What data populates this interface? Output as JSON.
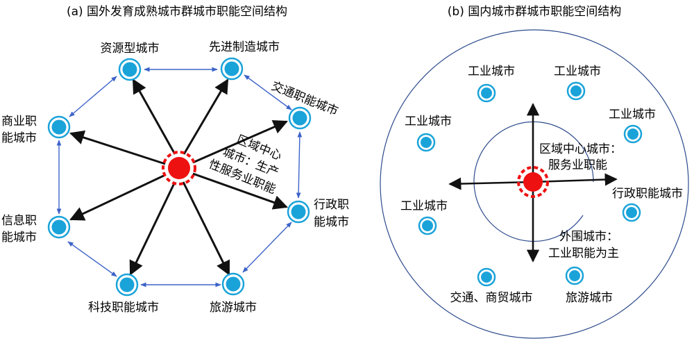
{
  "colors": {
    "node_fill": "#1aa3d9",
    "node_ring": "#1aa3d9",
    "center_fill": "#ee1111",
    "arrow_black": "#111111",
    "link_blue": "#3d63c9",
    "boundary": "#2c4a8c"
  },
  "icons": {
    "city_node": "double-ring-circle",
    "center_node": "red-dashed-ring-dot"
  },
  "panel_a": {
    "title": "(a) 国外发育成熟城市群城市职能空间结构",
    "nodes": {
      "resource": "资源型城市",
      "manufacturing": "先进制造城市",
      "transport": "交通职能城市",
      "commerce_1": "商业职",
      "commerce_2": "能城市",
      "admin_1": "行政职",
      "admin_2": "能城市",
      "info_1": "信息职",
      "info_2": "能城市",
      "tech": "科技职能城市",
      "tourism": "旅游城市"
    },
    "center_label": [
      "区域中心",
      "城市：生产",
      "性服务业职能"
    ]
  },
  "panel_b": {
    "title": "(b) 国内城市群城市职能空间结构",
    "nodes": {
      "industry_1": "工业城市",
      "industry_2": "工业城市",
      "industry_3": "工业城市",
      "industry_4": "工业城市",
      "industry_5": "工业城市",
      "admin": "行政职能城市",
      "transport_trade": "交通、商贸城市",
      "tourism": "旅游城市"
    },
    "center_label": [
      "区域中心城市：",
      "服务业职能"
    ],
    "outer_label": [
      "外围城市：",
      "工业职能为主"
    ]
  }
}
